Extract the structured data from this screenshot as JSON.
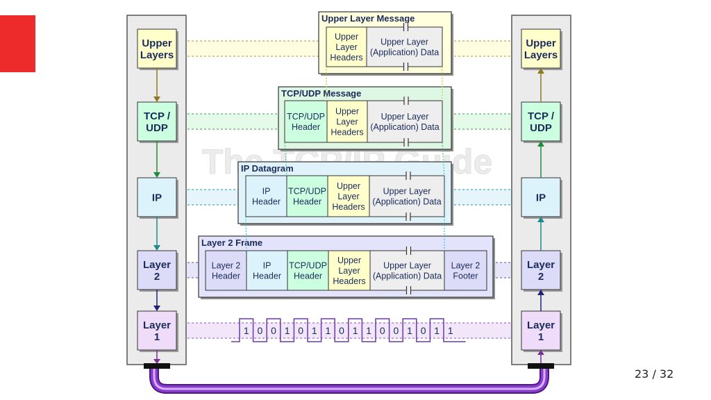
{
  "slide": {
    "page_number": "23 / 32",
    "accent_color": "#ee2b2b"
  },
  "watermark": "The TCP/IP Guide",
  "stacks": {
    "layers": [
      {
        "id": "upper",
        "lines": [
          "Upper",
          "Layers"
        ],
        "fill": "#ffffcc"
      },
      {
        "id": "tcp",
        "lines": [
          "TCP /",
          "UDP"
        ],
        "fill": "#ccffe0"
      },
      {
        "id": "ip",
        "lines": [
          "IP"
        ],
        "fill": "#ddf3fb"
      },
      {
        "id": "l2",
        "lines": [
          "Layer",
          "2"
        ],
        "fill": "#dcdcf8"
      },
      {
        "id": "l1",
        "lines": [
          "Layer",
          "1"
        ],
        "fill": "#efdcfa"
      }
    ]
  },
  "messages": {
    "upper": {
      "title": "Upper Layer Message",
      "fields": [
        {
          "lines": [
            "Upper",
            "Layer",
            "Headers"
          ],
          "fill": "#ffffcc"
        },
        {
          "lines": [
            "Upper Layer",
            "(Application) Data"
          ],
          "fill": "#eeeeee"
        }
      ]
    },
    "tcp": {
      "title": "TCP/UDP Message",
      "fields": [
        {
          "lines": [
            "TCP/UDP",
            "Header"
          ],
          "fill": "#ccffe0"
        },
        {
          "lines": [
            "Upper",
            "Layer",
            "Headers"
          ],
          "fill": "#ffffcc"
        },
        {
          "lines": [
            "Upper Layer",
            "(Application) Data"
          ],
          "fill": "#eeeeee"
        }
      ]
    },
    "ip": {
      "title": "IP Datagram",
      "fields": [
        {
          "lines": [
            "IP",
            "Header"
          ],
          "fill": "#ddf3fb"
        },
        {
          "lines": [
            "TCP/UDP",
            "Header"
          ],
          "fill": "#ccffe0"
        },
        {
          "lines": [
            "Upper",
            "Layer",
            "Headers"
          ],
          "fill": "#ffffcc"
        },
        {
          "lines": [
            "Upper Layer",
            "(Application) Data"
          ],
          "fill": "#eeeeee"
        }
      ]
    },
    "l2": {
      "title": "Layer 2 Frame",
      "fields": [
        {
          "lines": [
            "Layer 2",
            "Header"
          ],
          "fill": "#dcdcf8"
        },
        {
          "lines": [
            "IP",
            "Header"
          ],
          "fill": "#ddf3fb"
        },
        {
          "lines": [
            "TCP/UDP",
            "Header"
          ],
          "fill": "#ccffe0"
        },
        {
          "lines": [
            "Upper",
            "Layer",
            "Headers"
          ],
          "fill": "#ffffcc"
        },
        {
          "lines": [
            "Upper Layer",
            "(Application) Data"
          ],
          "fill": "#eeeeee"
        },
        {
          "lines": [
            "Layer 2",
            "Footer"
          ],
          "fill": "#dcdcf8"
        }
      ]
    }
  },
  "bits": [
    "1",
    "0",
    "0",
    "1",
    "0",
    "1",
    "1",
    "0",
    "1",
    "1",
    "0",
    "0",
    "1",
    "0",
    "1",
    "1"
  ],
  "colors": {
    "upper_arrow": "#8b7a1e",
    "tcp_arrow": "#1e8b3a",
    "ip_arrow": "#1e8a8a",
    "l2_arrow": "#20207a",
    "l1_arrow": "#7a2a9a",
    "cable": "#8a3ccf"
  }
}
